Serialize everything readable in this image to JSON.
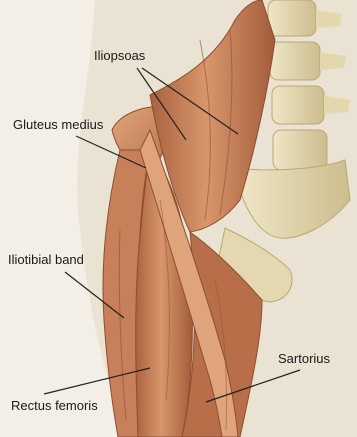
{
  "labels": {
    "iliopsoas": "Iliopsoas",
    "gluteus_medius": "Gluteus medius",
    "iliotibial_band": "Iliotibial band",
    "sartorius": "Sartorius",
    "rectus_femoris": "Rectus femoris"
  },
  "colors": {
    "background": "#f3efe6",
    "muscle": "#c9845e",
    "muscle_dark": "#9c5a3c",
    "muscle_light": "#e2a982",
    "bone": "#e8ddb8",
    "bone_shadow": "#c9b98a",
    "leader_line": "#222222"
  }
}
